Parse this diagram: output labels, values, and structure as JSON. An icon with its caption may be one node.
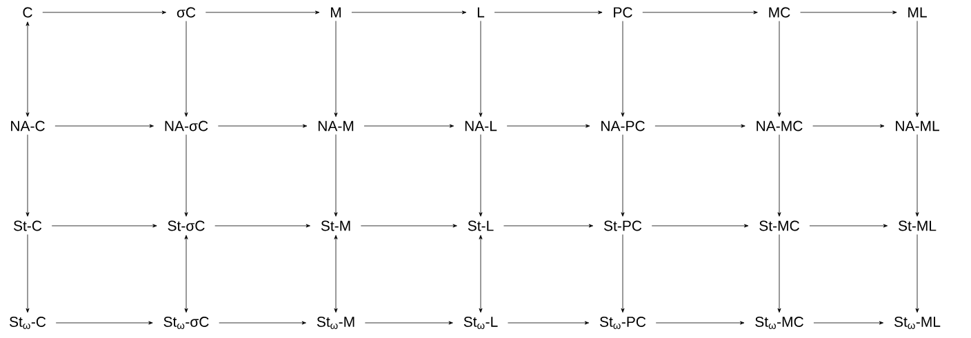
{
  "diagram": {
    "nodes": [
      {
        "text": [
          "C"
        ]
      },
      {
        "text": [
          "σC"
        ]
      },
      {
        "text": [
          "M"
        ]
      },
      {
        "text": [
          "L"
        ]
      },
      {
        "text": [
          "PC"
        ]
      },
      {
        "text": [
          "MC"
        ]
      },
      {
        "text": [
          "ML"
        ]
      },
      {
        "text": [
          "NA-C"
        ]
      },
      {
        "text": [
          "NA-σC"
        ]
      },
      {
        "text": [
          "NA-M"
        ]
      },
      {
        "text": [
          "NA-L"
        ]
      },
      {
        "text": [
          "NA-PC"
        ]
      },
      {
        "text": [
          "NA-MC"
        ]
      },
      {
        "text": [
          "NA-ML"
        ]
      },
      {
        "text": [
          "St-C"
        ]
      },
      {
        "text": [
          "St-σC"
        ]
      },
      {
        "text": [
          "St-M"
        ]
      },
      {
        "text": [
          "St-L"
        ]
      },
      {
        "text": [
          "St-PC"
        ]
      },
      {
        "text": [
          "St-MC"
        ]
      },
      {
        "text": [
          "St-ML"
        ]
      },
      {
        "text": [
          "St$_{ω}$-C"
        ]
      },
      {
        "text": [
          "St$_{ω}$-σC"
        ]
      },
      {
        "text": [
          "St$_{ω}$-M"
        ]
      },
      {
        "text": [
          "St$_{ω}$-L"
        ]
      },
      {
        "text": [
          "St$_{ω}$-PC"
        ]
      },
      {
        "text": [
          "St$_{ω}$-MC"
        ]
      },
      {
        "text": [
          "St$_{ω}$-ML"
        ]
      }
    ],
    "edges": [
      {
        "from": 0,
        "to": 1,
        "arrow": "to"
      },
      {
        "from": 1,
        "to": 2,
        "arrow": "to"
      },
      {
        "from": 2,
        "to": 3,
        "arrow": "to"
      },
      {
        "from": 3,
        "to": 4,
        "arrow": "to"
      },
      {
        "from": 4,
        "to": 5,
        "arrow": "to"
      },
      {
        "from": 5,
        "to": 6,
        "arrow": "to"
      },
      {
        "from": 0,
        "to": 7,
        "arrow": "both"
      },
      {
        "from": 1,
        "to": 8,
        "arrow": "to"
      },
      {
        "from": 2,
        "to": 9,
        "arrow": "to"
      },
      {
        "from": 3,
        "to": 10,
        "arrow": "to"
      },
      {
        "from": 4,
        "to": 11,
        "arrow": "to"
      },
      {
        "from": 5,
        "to": 12,
        "arrow": "to"
      },
      {
        "from": 6,
        "to": 13,
        "arrow": "to"
      },
      {
        "from": 7,
        "to": 8,
        "arrow": "to"
      },
      {
        "from": 8,
        "to": 9,
        "arrow": "to"
      },
      {
        "from": 9,
        "to": 10,
        "arrow": "to"
      },
      {
        "from": 10,
        "to": 11,
        "arrow": "to"
      },
      {
        "from": 11,
        "to": 12,
        "arrow": "to"
      },
      {
        "from": 12,
        "to": 13,
        "arrow": "to"
      },
      {
        "from": 7,
        "to": 14,
        "arrow": "to"
      },
      {
        "from": 8,
        "to": 15,
        "arrow": "to"
      },
      {
        "from": 9,
        "to": 16,
        "arrow": "to"
      },
      {
        "from": 10,
        "to": 17,
        "arrow": "to"
      },
      {
        "from": 11,
        "to": 18,
        "arrow": "to"
      },
      {
        "from": 12,
        "to": 19,
        "arrow": "to"
      },
      {
        "from": 13,
        "to": 20,
        "arrow": "to"
      },
      {
        "from": 14,
        "to": 15,
        "arrow": "to"
      },
      {
        "from": 15,
        "to": 16,
        "arrow": "to"
      },
      {
        "from": 16,
        "to": 17,
        "arrow": "to"
      },
      {
        "from": 17,
        "to": 18,
        "arrow": "to"
      },
      {
        "from": 18,
        "to": 19,
        "arrow": "to"
      },
      {
        "from": 19,
        "to": 20,
        "arrow": "to"
      },
      {
        "from": 14,
        "to": 21,
        "arrow": "to"
      },
      {
        "from": 15,
        "to": 22,
        "arrow": "both"
      },
      {
        "from": 16,
        "to": 23,
        "arrow": "both"
      },
      {
        "from": 17,
        "to": 24,
        "arrow": "both"
      },
      {
        "from": 18,
        "to": 25,
        "arrow": "to"
      },
      {
        "from": 19,
        "to": 26,
        "arrow": "to"
      },
      {
        "from": 20,
        "to": 27,
        "arrow": "to"
      },
      {
        "from": 21,
        "to": 22,
        "arrow": "to"
      },
      {
        "from": 22,
        "to": 23,
        "arrow": "to"
      },
      {
        "from": 23,
        "to": 24,
        "arrow": "to"
      },
      {
        "from": 24,
        "to": 25,
        "arrow": "to"
      },
      {
        "from": 25,
        "to": 26,
        "arrow": "to"
      },
      {
        "from": 26,
        "to": 27,
        "arrow": "to"
      }
    ]
  }
}
